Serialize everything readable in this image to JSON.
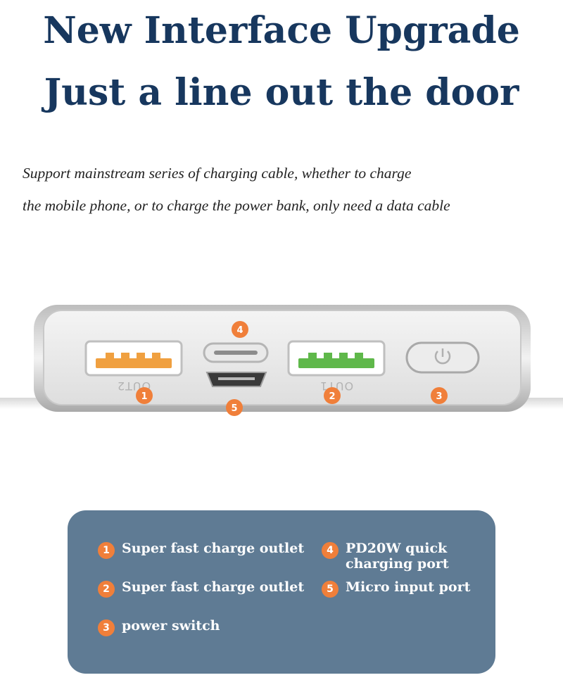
{
  "header": {
    "title_line1": "New Interface Upgrade",
    "title_line2": "Just a line out the door"
  },
  "subtitle": {
    "line1": "Support mainstream series of charging cable, whether to charge",
    "line2": "the mobile phone, or to charge the power bank, only need a data cable"
  },
  "device": {
    "port_labels": {
      "out2": "OUT2",
      "out1": "OUT1"
    },
    "badges": [
      "1",
      "2",
      "3",
      "4",
      "5"
    ],
    "colors": {
      "usb_out2": "#f0a040",
      "usb_out1": "#5fb84a",
      "badge": "#f07f3a"
    }
  },
  "legend": {
    "items": [
      {
        "num": "1",
        "label": "Super fast charge outlet"
      },
      {
        "num": "2",
        "label": "Super fast charge outlet"
      },
      {
        "num": "3",
        "label": "power switch"
      },
      {
        "num": "4",
        "label": "PD20W quick charging port"
      },
      {
        "num": "5",
        "label": "Micro input port"
      }
    ]
  }
}
